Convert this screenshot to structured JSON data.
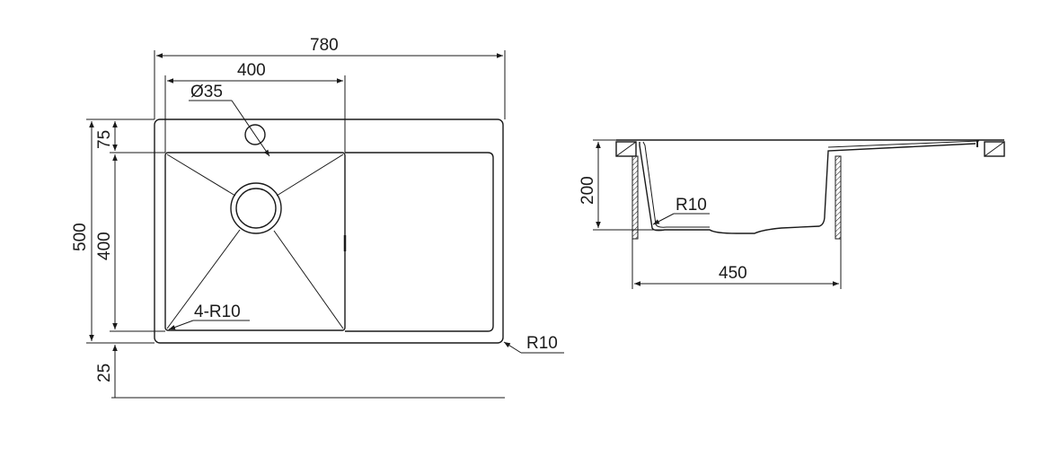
{
  "top_view": {
    "dim_width_total": "780",
    "dim_bowl_width": "400",
    "dim_tap_hole": "Ø35",
    "dim_top_offset": "75",
    "dim_total_depth": "500",
    "dim_bowl_depth": "400",
    "dim_front_offset": "25",
    "label_inner_radius": "4-R10",
    "label_outer_radius": "R10"
  },
  "side_view": {
    "dim_height": "200",
    "dim_width": "450",
    "label_radius": "R10"
  }
}
